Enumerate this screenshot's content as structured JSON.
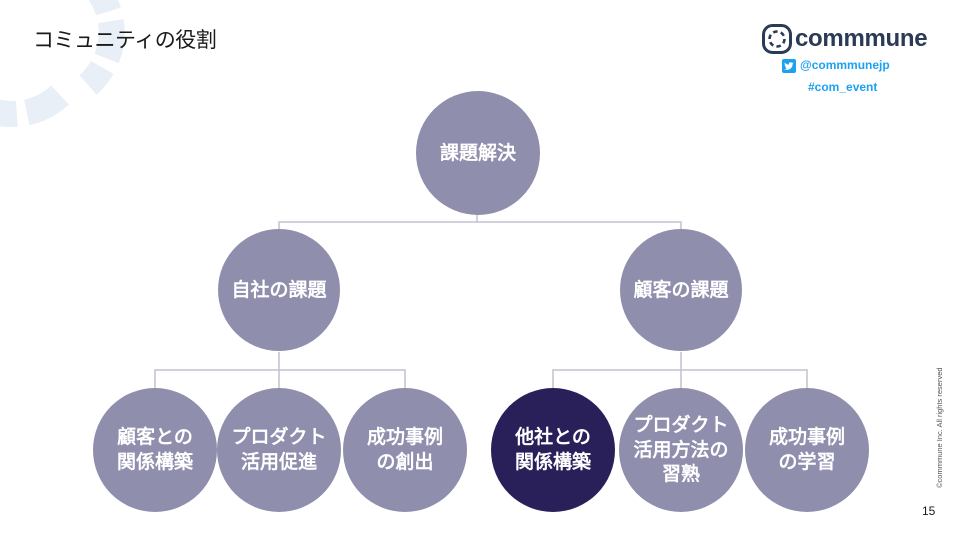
{
  "slide": {
    "title": "コミュニティの役割",
    "page_number": "15",
    "copyright": "©commmune Inc. All rights reserved"
  },
  "brand": {
    "name": "commmune",
    "twitter_handle": "@commmunejp",
    "hashtag": "#com_event",
    "brand_color": "#2b3a55",
    "social_color": "#1da1f2",
    "logo_icon": "commmune-ring-icon"
  },
  "tree": {
    "root": {
      "label": "課題解決"
    },
    "branches": [
      {
        "label": "自社の課題",
        "children": [
          {
            "label": "顧客との\n関係構築",
            "highlighted": false
          },
          {
            "label": "プロダクト\n活用促進",
            "highlighted": false
          },
          {
            "label": "成功事例\nの創出",
            "highlighted": false
          }
        ]
      },
      {
        "label": "顧客の課題",
        "children": [
          {
            "label": "他社との\n関係構築",
            "highlighted": true
          },
          {
            "label": "プロダクト\n活用方法の\n習熟",
            "highlighted": false
          },
          {
            "label": "成功事例\nの学習",
            "highlighted": false
          }
        ]
      }
    ],
    "colors": {
      "node": "#908ead",
      "highlight": "#29205a",
      "connector": "#c2c2cf"
    }
  }
}
